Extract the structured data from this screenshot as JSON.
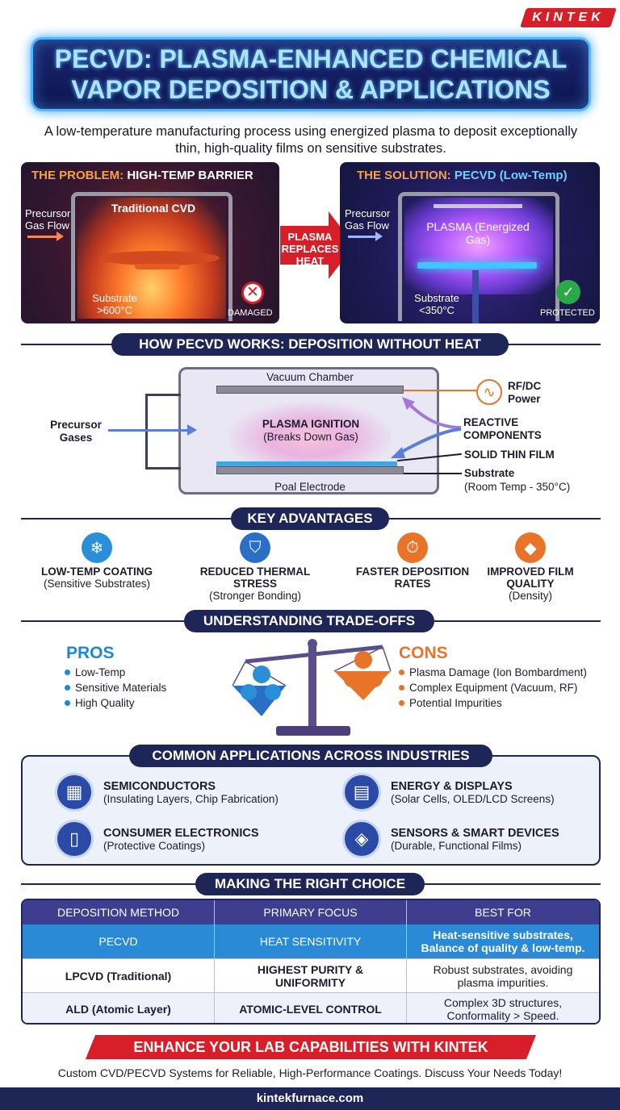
{
  "brand": "KINTEK",
  "title": "PECVD: PLASMA-ENHANCED CHEMICAL VAPOR DEPOSITION & APPLICATIONS",
  "subtitle": "A low-temperature manufacturing process using energized plasma to deposit exceptionally thin, high-quality films on sensitive substrates.",
  "problem": {
    "head_prefix": "THE PROBLEM:",
    "head_highlight": "HIGH-TEMP BARRIER",
    "gas_label": "Precursor Gas Flow",
    "chamber_label": "Traditional CVD",
    "substrate_label": "Substrate >600°C",
    "status": "DAMAGED"
  },
  "middle_arrow": "PLASMA REPLACES HEAT",
  "solution": {
    "head_prefix": "THE SOLUTION:",
    "head_highlight": "PECVD (Low-Temp)",
    "gas_label": "Precursor Gas Flow",
    "plasma_label": "PLASMA (Energized Gas)",
    "substrate_label": "Substrate <350°C",
    "status": "PROTECTED"
  },
  "how": {
    "header": "HOW PECVD WORKS: DEPOSITION WITHOUT HEAT",
    "vacuum": "Vacuum Chamber",
    "precursor": "Precursor Gases",
    "plasma": "PLASMA IGNITION",
    "plasma_sub": "(Breaks Down Gas)",
    "electrode": "Poal Electrode",
    "rf": "RF/DC Power",
    "reactive": "REACTIVE COMPONENTS",
    "film": "SOLID THIN FILM",
    "substrate": "Substrate",
    "substrate_sub": "(Room Temp - 350°C)"
  },
  "advantages": {
    "header": "KEY ADVANTAGES",
    "items": [
      {
        "title": "LOW-TEMP COATING",
        "sub": "(Sensitive Substrates)",
        "icon": "snowflake-icon",
        "color": "#2a8fd6"
      },
      {
        "title": "REDUCED THERMAL STRESS",
        "sub": "(Stronger Bonding)",
        "icon": "shield-icon",
        "color": "#2a6fc7"
      },
      {
        "title": "FASTER DEPOSITION RATES",
        "sub": "",
        "icon": "stopwatch-icon",
        "color": "#e8742a"
      },
      {
        "title": "IMPROVED FILM QUALITY",
        "sub": "(Density)",
        "icon": "diamond-icon",
        "color": "#e8742a"
      }
    ]
  },
  "tradeoffs": {
    "header": "UNDERSTANDING TRADE-OFFS",
    "pros_head": "PROS",
    "pros": [
      "Low-Temp",
      "Sensitive Materials",
      "High Quality"
    ],
    "cons_head": "CONS",
    "cons": [
      "Plasma Damage (Ion Bombardment)",
      "Complex Equipment (Vacuum, RF)",
      "Potential Impurities"
    ]
  },
  "applications": {
    "header": "COMMON APPLICATIONS ACROSS INDUSTRIES",
    "items": [
      {
        "title": "SEMICONDUCTORS",
        "sub": "(Insulating Layers, Chip Fabrication)",
        "icon": "chip-icon"
      },
      {
        "title": "ENERGY & DISPLAYS",
        "sub": "(Solar Cells, OLED/LCD Screens)",
        "icon": "solar-panel-icon"
      },
      {
        "title": "CONSUMER ELECTRONICS",
        "sub": "(Protective Coatings)",
        "icon": "smartphone-icon"
      },
      {
        "title": "SENSORS & SMART DEVICES",
        "sub": "(Durable, Functional Films)",
        "icon": "smart-car-icon"
      }
    ]
  },
  "choice": {
    "header": "MAKING THE RIGHT CHOICE",
    "columns": [
      "DEPOSITION METHOD",
      "PRIMARY FOCUS",
      "BEST FOR"
    ],
    "rows": [
      [
        "PECVD",
        "HEAT SENSITIVITY",
        "Heat-sensitive substrates, Balance of quality & low-temp."
      ],
      [
        "LPCVD (Traditional)",
        "HIGHEST PURITY & UNIFORMITY",
        "Robust substrates, avoiding plasma impurities."
      ],
      [
        "ALD (Atomic Layer)",
        "ATOMIC-LEVEL CONTROL",
        "Complex 3D structures, Conformality > Speed."
      ]
    ]
  },
  "cta": {
    "banner": "ENHANCE YOUR LAB CAPABILITIES WITH KINTEK",
    "sub": "Custom CVD/PECVD Systems for Reliable, High-Performance Coatings. Discuss Your Needs Today!",
    "url": "kintekfurnace.com"
  }
}
